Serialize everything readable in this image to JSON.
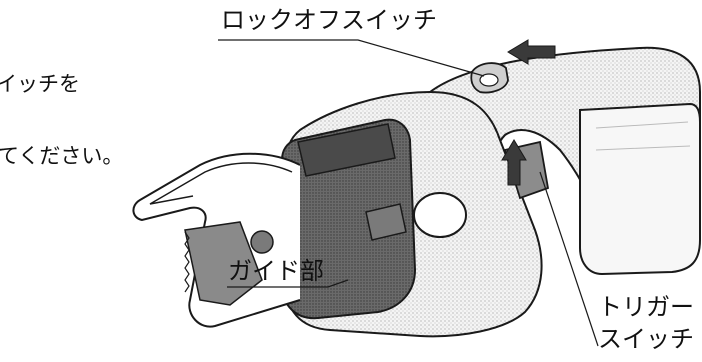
{
  "instructions": {
    "line1": "イッチを",
    "line2": "てください。"
  },
  "callouts": {
    "lock_off_switch": "ロックオフスイッチ",
    "guide": "ガイド部",
    "trigger_line1": "トリガー",
    "trigger_line2": "スイッチ"
  },
  "colors": {
    "line": "#1a1a1a",
    "body_light": "#eeeeee",
    "body_mid": "#bdbdbd",
    "dark_part": "#5a5a5a",
    "blade": "#8a8a8a"
  }
}
